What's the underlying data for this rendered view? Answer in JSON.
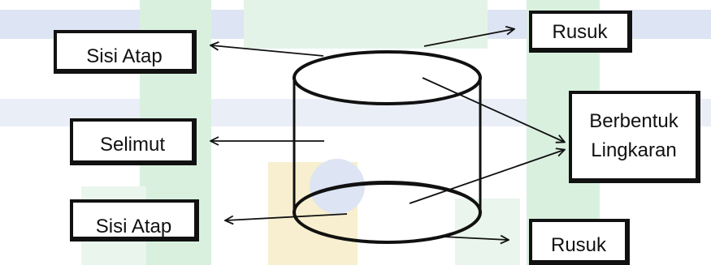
{
  "labels": {
    "top_face": "Sisi Atap",
    "lateral": "Selimut",
    "bottom_face": "Sisi Atap",
    "edge_top": "Rusuk",
    "edge_bottom": "Rusuk",
    "circle_line1": "Berbentuk",
    "circle_line2": "Lingkaran"
  },
  "colors": {
    "watermark_green": "#d9f0df",
    "watermark_blue": "#dde4f3",
    "watermark_yellow": "#f7efcf",
    "stroke": "#111111"
  }
}
